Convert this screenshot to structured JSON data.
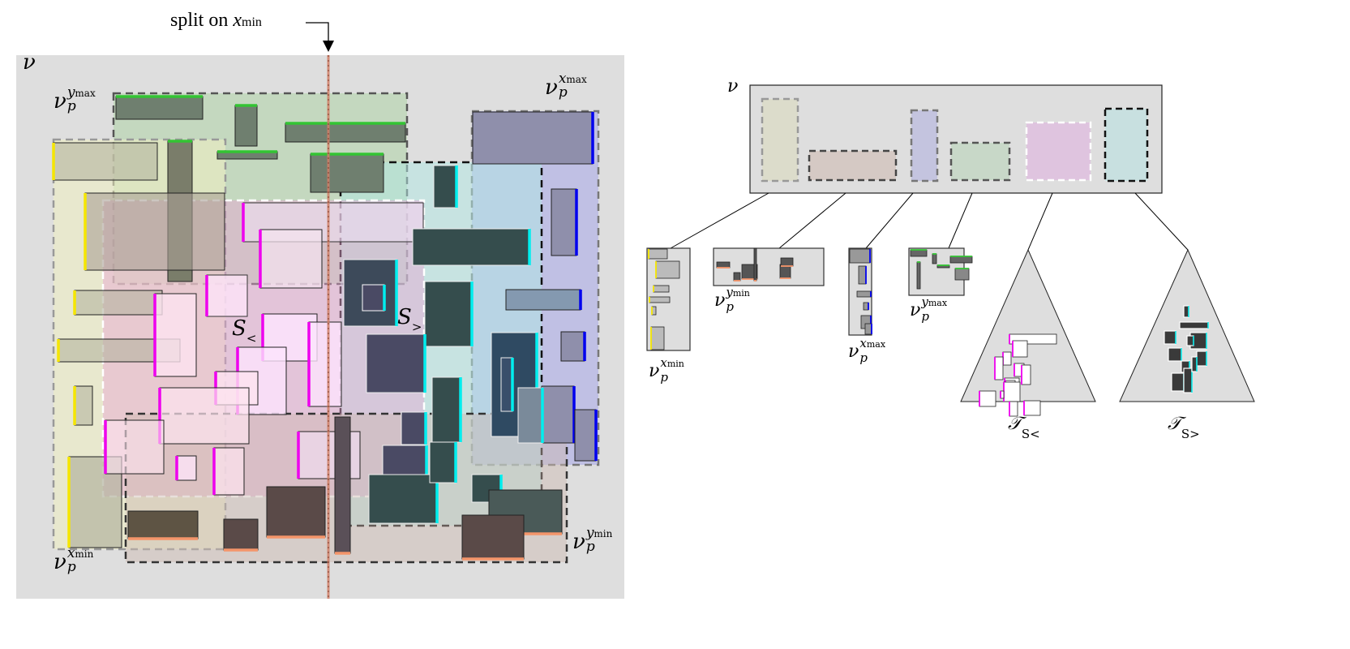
{
  "header": {
    "split_text": "split on",
    "split_var": "x",
    "split_sub": "min"
  },
  "labels": {
    "nu_main": {
      "base": "ν"
    },
    "nu_node": {
      "base": "ν"
    },
    "ymax": {
      "base": "ν",
      "sub": "p",
      "sup": "y",
      "sup_sub": "max"
    },
    "xmax": {
      "base": "ν",
      "sub": "p",
      "sup": "x",
      "sup_sub": "max"
    },
    "xmin": {
      "base": "ν",
      "sub": "p",
      "sup": "x",
      "sup_sub": "min"
    },
    "ymin": {
      "base": "ν",
      "sub": "p",
      "sup": "y",
      "sup_sub": "min"
    },
    "s_less": {
      "base": "S",
      "sub": "<"
    },
    "s_greater": {
      "base": "S",
      "sub": ">"
    },
    "child_xmin": {
      "base": "ν",
      "sub": "p",
      "sup": "x",
      "sup_sub": "min"
    },
    "child_ymin": {
      "base": "ν",
      "sub": "p",
      "sup": "y",
      "sup_sub": "min"
    },
    "child_xmax": {
      "base": "ν",
      "sub": "p",
      "sup": "x",
      "sup_sub": "max"
    },
    "child_ymax": {
      "base": "ν",
      "sub": "p",
      "sup": "y",
      "sup_sub": "max"
    },
    "tree_less": {
      "base": "𝒯",
      "sub": "S<"
    },
    "tree_greater": {
      "base": "𝒯",
      "sub": "S>"
    }
  },
  "colors": {
    "xmin_edge": "#f5e600",
    "xmax_edge": "#0000ee",
    "ymin_edge": "#f4956a",
    "ymax_edge": "#33c433",
    "s_less_edge": "#ee00ee",
    "s_greater_edge": "#00eeee",
    "split_line": "#d08068",
    "background": "#dedede"
  }
}
